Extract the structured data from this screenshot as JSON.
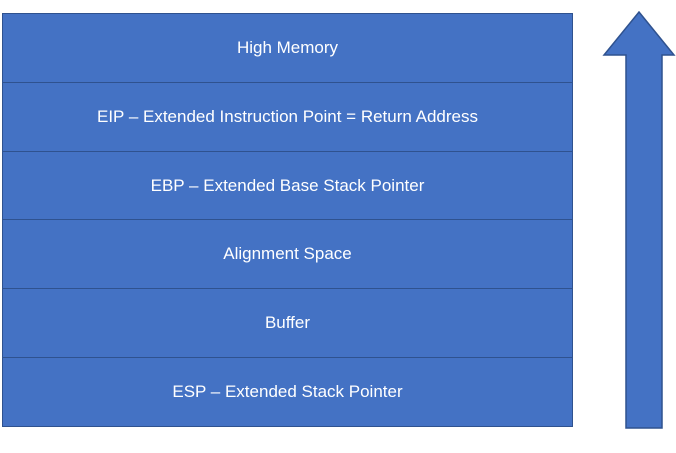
{
  "stack": {
    "layers": [
      "High Memory",
      "EIP – Extended Instruction Point = Return Address",
      "EBP – Extended Base Stack Pointer",
      "Alignment Space",
      "Buffer",
      "ESP – Extended Stack Pointer"
    ]
  },
  "colors": {
    "box_fill": "#4472c4",
    "box_border": "#2f528f",
    "text": "#ffffff"
  },
  "arrow": {
    "direction": "up",
    "icon": "arrow-up-icon"
  }
}
